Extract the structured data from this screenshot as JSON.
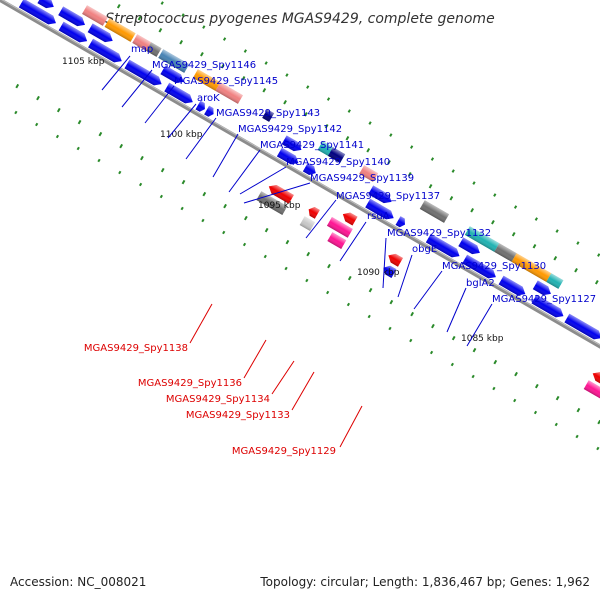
{
  "title": "Streptococcus pyogenes MGAS9429, complete genome",
  "footer": {
    "accession": "Accession: NC_008021",
    "summary": "Topology: circular; Length: 1,836,467 bp; Genes: 1,962"
  },
  "scale_labels": [
    "1105 kbp",
    "1100 kbp",
    "1095 kbp",
    "1090 kbp",
    "1085 kbp"
  ],
  "upper_labels": [
    "map",
    "MGAS9429_Spy1146",
    "MGAS9429_Spy1145",
    "aroK",
    "MGAS9429_Spy1143",
    "MGAS9429_Spy1142",
    "MGAS9429_Spy1141",
    "MGAS9429_Spy1140",
    "MGAS9429_Spy1139",
    "MGAS9429_Spy1137",
    "rsuA",
    "MGAS9429_Spy1132",
    "obgE",
    "MGAS9429_Spy1130",
    "bglA2",
    "MGAS9429_Spy1127"
  ],
  "lower_labels": [
    "MGAS9429_Spy1138",
    "MGAS9429_Spy1136",
    "MGAS9429_Spy1134",
    "MGAS9429_Spy1133",
    "MGAS9429_Spy1129"
  ],
  "colors": {
    "backbone": "#808080",
    "forward_label": "#0000cc",
    "reverse_label": "#dd0000",
    "cds": "#0000ee",
    "tick": "#2a8a2a",
    "orange": "#ff9900",
    "salmon": "#f08080",
    "gray": "#707070",
    "steelblue": "#4682b4",
    "red": "#ee0000",
    "magenta": "#ff1493",
    "cyan": "#20b2b2",
    "olive": "#6b8e23",
    "navy": "#000080"
  }
}
